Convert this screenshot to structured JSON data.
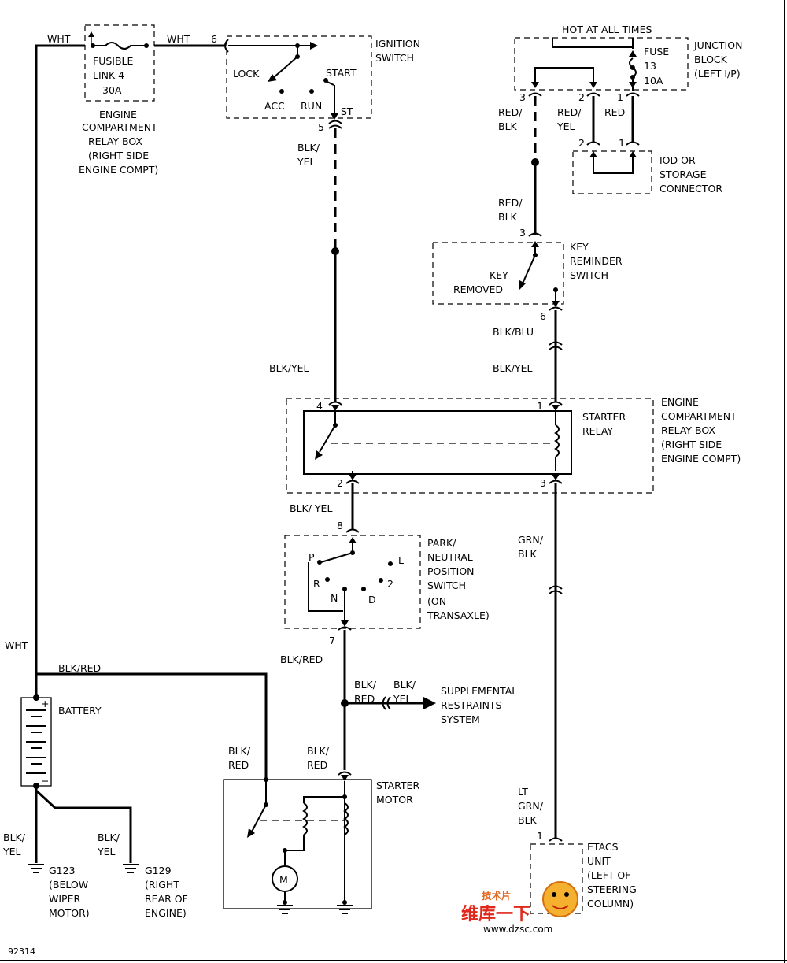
{
  "wires": {
    "wht_top_left": "WHT",
    "wht_top_right": "WHT",
    "wht_side": "WHT",
    "blk_yel_ign_1": "BLK/",
    "blk_yel_ign_2": "YEL",
    "blk_yel_relay4": "BLK/YEL",
    "red_blk_top_1": "RED/",
    "red_blk_top_2": "BLK",
    "red_yel_1": "RED/",
    "red_yel_2": "YEL",
    "red": "RED",
    "red_blk_mid_1": "RED/",
    "red_blk_mid_2": "BLK",
    "blk_blu": "BLK/BLU",
    "blk_yel_relay1": "BLK/YEL",
    "blk_yel_relay2": "BLK/ YEL",
    "grn_blk_1": "GRN/",
    "grn_blk_2": "BLK",
    "blk_red_pn": "BLK/RED",
    "blk_red_srs_1": "BLK/",
    "blk_red_srs_2": "RED",
    "blk_yel_srs_1": "BLK/",
    "blk_yel_srs_2": "YEL",
    "blk_red_bat": "BLK/RED",
    "blk_red_sm_left_1": "BLK/",
    "blk_red_sm_left_2": "RED",
    "blk_red_sm_right_1": "BLK/",
    "blk_red_sm_right_2": "RED",
    "lt_grn_blk_1": "LT",
    "lt_grn_blk_2": "GRN/",
    "lt_grn_blk_3": "BLK",
    "blk_yel_g1_1": "BLK/",
    "blk_yel_g1_2": "YEL",
    "blk_yel_g2_1": "BLK/",
    "blk_yel_g2_2": "YEL"
  },
  "pins": {
    "ign_6": "6",
    "ign_5": "5",
    "jb_3": "3",
    "jb_2": "2",
    "jb_1": "1",
    "iod_2": "2",
    "iod_1": "1",
    "key_3": "3",
    "key_6": "6",
    "relay_4": "4",
    "relay_1": "1",
    "relay_2": "2",
    "relay_3": "3",
    "pn_8": "8",
    "pn_7": "7",
    "etacs_1": "1"
  },
  "components": {
    "fusible_link": [
      "FUSIBLE",
      "LINK 4",
      "30A"
    ],
    "relay_box_top": [
      "ENGINE",
      "COMPARTMENT",
      "RELAY BOX",
      "(RIGHT SIDE",
      "ENGINE COMPT)"
    ],
    "ignition_switch": [
      "IGNITION",
      "SWITCH"
    ],
    "ign_lock": "LOCK",
    "ign_start": "START",
    "ign_acc": "ACC",
    "ign_run": "RUN",
    "ign_st": "ST",
    "hot_at_all_times": "HOT AT ALL TIMES",
    "fuse": [
      "FUSE",
      "13",
      "10A"
    ],
    "junction_block": [
      "JUNCTION",
      "BLOCK",
      "(LEFT I/P)"
    ],
    "iod_connector": [
      "IOD OR",
      "STORAGE",
      "CONNECTOR"
    ],
    "key_reminder": [
      "KEY",
      "REMINDER",
      "SWITCH"
    ],
    "key_removed": [
      "KEY",
      "REMOVED"
    ],
    "starter_relay": [
      "STARTER",
      "RELAY"
    ],
    "relay_box_mid": [
      "ENGINE",
      "COMPARTMENT",
      "RELAY BOX",
      "(RIGHT SIDE",
      "ENGINE COMPT)"
    ],
    "pn_switch": [
      "PARK/",
      "NEUTRAL",
      "POSITION",
      "SWITCH",
      "(ON",
      "TRANSAXLE)"
    ],
    "pn_positions": {
      "p": "P",
      "l": "L",
      "r": "R",
      "n": "N",
      "d": "D",
      "two": "2"
    },
    "srs": [
      "SUPPLEMENTAL",
      "RESTRAINTS",
      "SYSTEM"
    ],
    "battery": "BATTERY",
    "battery_plus": "+",
    "battery_minus": "−",
    "starter_motor": [
      "STARTER",
      "MOTOR"
    ],
    "motor_symbol": "M",
    "etacs": [
      "ETACS",
      "UNIT",
      "(LEFT OF",
      "STEERING",
      "COLUMN)"
    ],
    "g123": [
      "G123",
      "(BELOW",
      "WIPER",
      "MOTOR)"
    ],
    "g129": [
      "G129",
      "(RIGHT",
      "REAR OF",
      "ENGINE)"
    ]
  },
  "figure_id": "92314",
  "watermark": {
    "logo_text": "维库一下",
    "logo_small": "技术片",
    "url": "www.dzsc.com"
  }
}
